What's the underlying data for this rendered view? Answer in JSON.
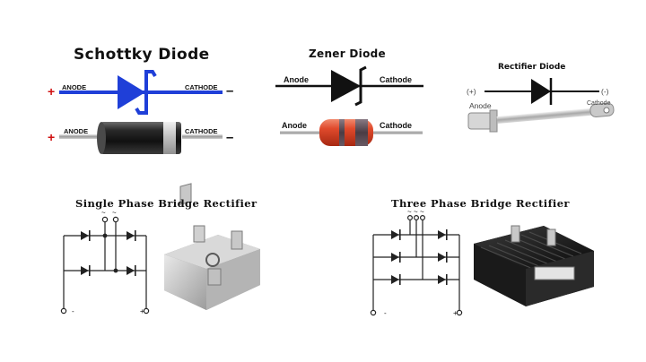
{
  "schottky": {
    "title": "Schottky Diode",
    "anode": "ANODE",
    "cathode": "CATHODE",
    "plus": "+",
    "minus": "–"
  },
  "zener": {
    "title": "Zener Diode",
    "anode": "Anode",
    "cathode": "Cathode"
  },
  "rectifier": {
    "title": "Rectifier Diode",
    "plus": "(+)",
    "minus": "(-)",
    "anode": "Anode",
    "cathode": "Cathode"
  },
  "single_phase": {
    "title": "Single Phase Bridge Rectifier",
    "ac_symbols": [
      "~",
      "~"
    ],
    "neg": "-",
    "pos": "+"
  },
  "three_phase": {
    "title": "Three Phase Bridge Rectifier",
    "ac_symbols": [
      "~",
      "~",
      "~"
    ],
    "neg": "-",
    "pos": "+"
  },
  "colors": {
    "schottky_blue": "#1f3fd8",
    "plus_red": "#d01010",
    "zener_body": "#d8432b",
    "zener_band": "#5a4a52"
  }
}
